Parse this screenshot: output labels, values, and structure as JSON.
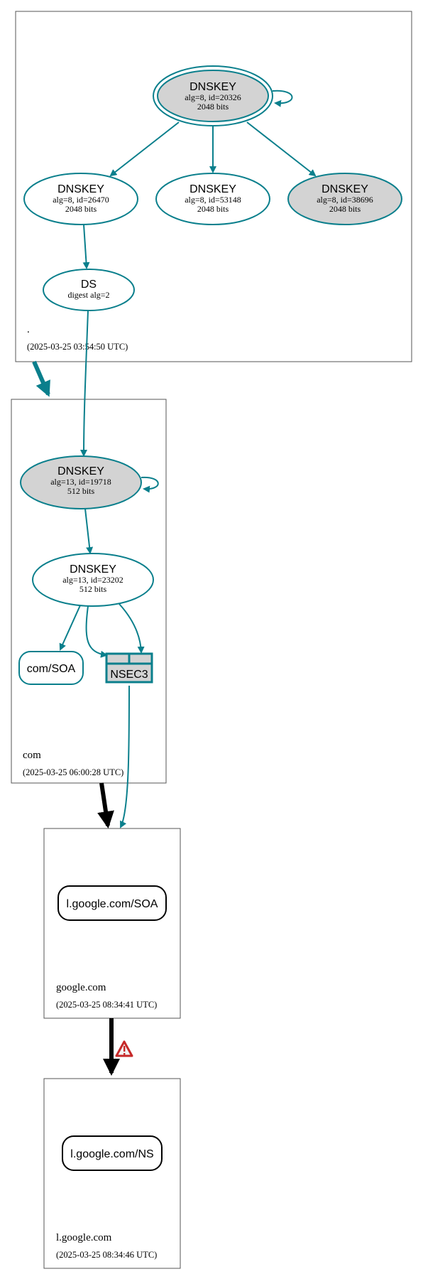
{
  "colors": {
    "secure": "#0a7f8c",
    "insecure": "#000000",
    "grey_key": "#d3d3d3",
    "warning": "#c62828"
  },
  "zones": {
    "root": {
      "name": ".",
      "timestamp": "(2025-03-25 03:54:50 UTC)",
      "nodes": {
        "ksk": {
          "type": "DNSKEY",
          "detail": "alg=8, id=20326",
          "size": "2048 bits"
        },
        "zsk1": {
          "type": "DNSKEY",
          "detail": "alg=8, id=26470",
          "size": "2048 bits"
        },
        "zsk2": {
          "type": "DNSKEY",
          "detail": "alg=8, id=53148",
          "size": "2048 bits"
        },
        "zsk3": {
          "type": "DNSKEY",
          "detail": "alg=8, id=38696",
          "size": "2048 bits"
        },
        "ds": {
          "type": "DS",
          "detail": "digest alg=2"
        }
      }
    },
    "com": {
      "name": "com",
      "timestamp": "(2025-03-25 06:00:28 UTC)",
      "nodes": {
        "ksk": {
          "type": "DNSKEY",
          "detail": "alg=13, id=19718",
          "size": "512 bits"
        },
        "zsk": {
          "type": "DNSKEY",
          "detail": "alg=13, id=23202",
          "size": "512 bits"
        },
        "soa": {
          "label": "com/SOA"
        },
        "nsec3": {
          "label": "NSEC3"
        }
      }
    },
    "google": {
      "name": "google.com",
      "timestamp": "(2025-03-25 08:34:41 UTC)",
      "nodes": {
        "soa": {
          "label": "l.google.com/SOA"
        }
      }
    },
    "lgoogle": {
      "name": "l.google.com",
      "timestamp": "(2025-03-25 08:34:46 UTC)",
      "nodes": {
        "ns": {
          "label": "l.google.com/NS"
        }
      }
    }
  },
  "warning_icon": "warning-triangle-icon"
}
